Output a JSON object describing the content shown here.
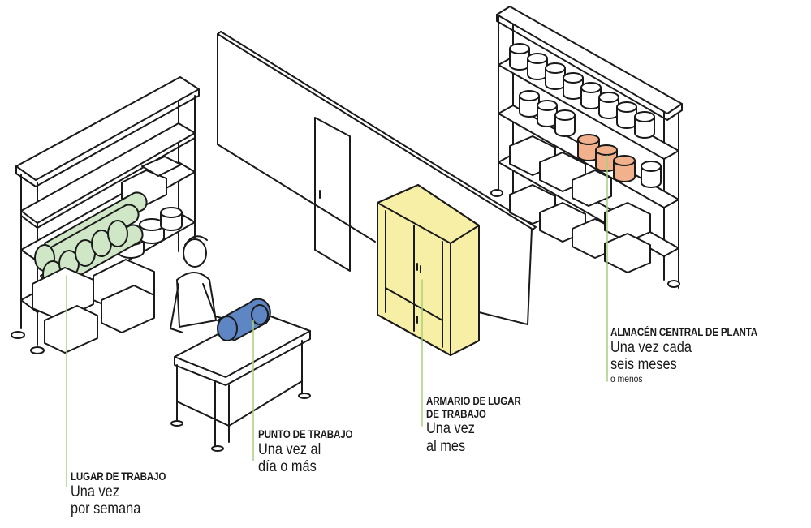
{
  "accent_color": "#a9cf7f",
  "zones": [
    {
      "title": "LUGAR DE TRABAJO",
      "line1": "Una vez",
      "line2": "por semana"
    },
    {
      "title": "PUNTO DE TRABAJO",
      "line1": "Una vez al",
      "line2": "día o más"
    },
    {
      "title1": "ARMARIO DE LUGAR",
      "title2": "DE TRABAJO",
      "line1": "Una vez",
      "line2": "al mes"
    },
    {
      "title": "ALMACÉN CENTRAL DE PLANTA",
      "line1": "Una vez cada",
      "line2": "seis meses",
      "line3": "o menos"
    }
  ],
  "colors": {
    "stroke": "#1a1a1a",
    "cabinet": "#f7efa6",
    "workplace_rolls": "#cfe6c7",
    "workstation_part": "#5f86c4",
    "warehouse_highlight": "#f0b18c"
  }
}
